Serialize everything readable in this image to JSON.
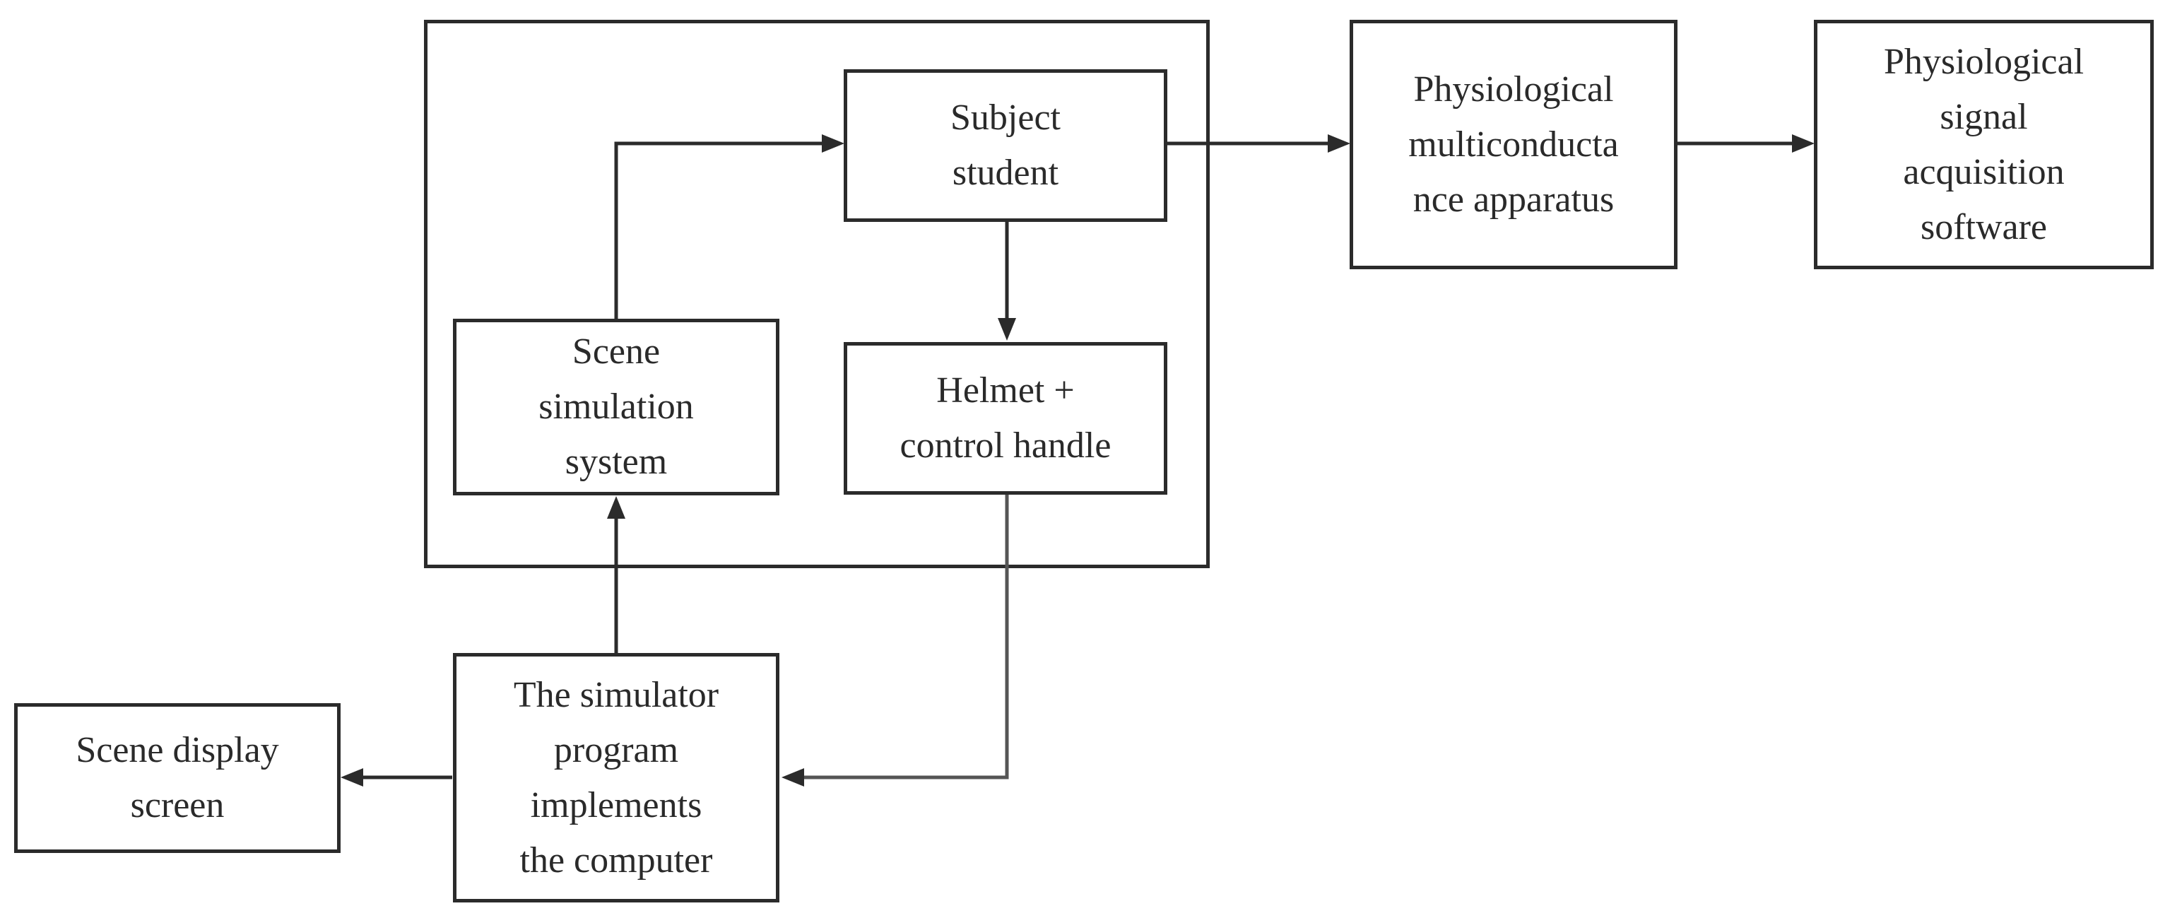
{
  "diagram": {
    "nodes": {
      "subject_student": "Subject\nstudent",
      "helmet_control_handle": "Helmet +\ncontrol handle",
      "scene_simulation_system": "Scene\nsimulation\nsystem",
      "physiological_multiconductance_apparatus": "Physiological\nmulticonducta\nnce apparatus",
      "physiological_signal_acquisition_software": "Physiological\nsignal\nacquisition\nsoftware",
      "simulator_program_computer": "The simulator\nprogram\nimplements\nthe computer",
      "scene_display_screen": "Scene display\nscreen"
    },
    "edges": [
      {
        "from": "scene_simulation_system",
        "to": "subject_student"
      },
      {
        "from": "subject_student",
        "to": "helmet_control_handle"
      },
      {
        "from": "subject_student",
        "to": "physiological_multiconductance_apparatus"
      },
      {
        "from": "physiological_multiconductance_apparatus",
        "to": "physiological_signal_acquisition_software"
      },
      {
        "from": "simulator_program_computer",
        "to": "scene_simulation_system"
      },
      {
        "from": "helmet_control_handle",
        "to": "simulator_program_computer"
      },
      {
        "from": "simulator_program_computer",
        "to": "scene_display_screen"
      }
    ],
    "colors": {
      "stroke": "#2b2b2b",
      "text": "#2a2a2a",
      "background": "#ffffff"
    }
  }
}
